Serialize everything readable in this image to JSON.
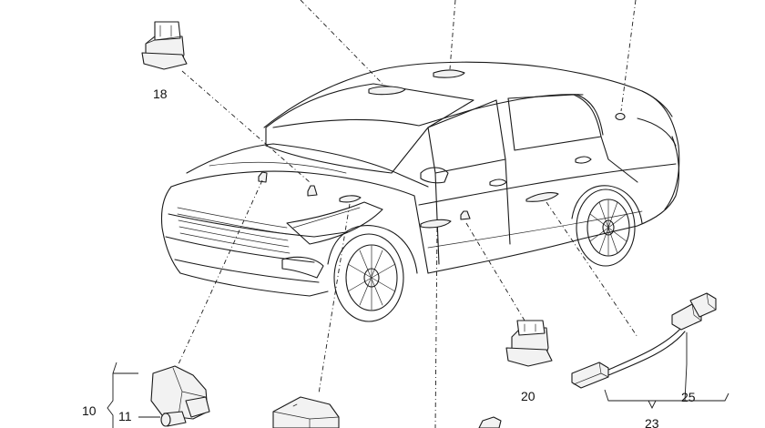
{
  "diagram": {
    "callouts": {
      "c10": "10",
      "c11": "11",
      "c18": "18",
      "c20": "20",
      "c23": "23",
      "c25": "25"
    },
    "colors": {
      "line": "#1a1a1a",
      "part_fill": "#f2f2f2",
      "background": "#ffffff"
    }
  }
}
